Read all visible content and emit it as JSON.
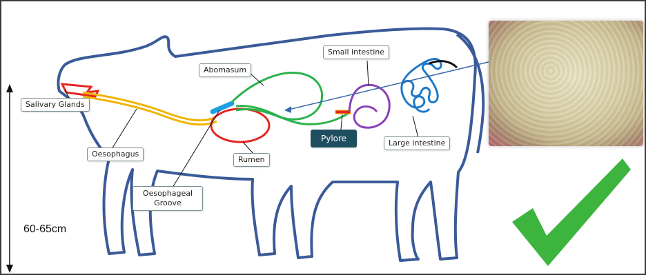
{
  "labels": {
    "salivary_glands": "Salivary Glands",
    "oesophagus": "Oesophagus",
    "oesophageal_groove": "Oesophageal Groove",
    "rumen": "Rumen",
    "abomasum": "Abomasum",
    "small_intestine": "Small intestine",
    "pylore": "Pylore",
    "large_intestine": "Large intestine"
  },
  "height_text": "60-65cm",
  "photo": {
    "description_icon": "curdled-milk-photo"
  },
  "check_icon": "green-checkmark-icon",
  "colors": {
    "outline": "#3a5a98",
    "oesophagus": "#f0b400",
    "salivary": "#e3261f",
    "rumen": "#e3261f",
    "abomasum": "#2bb24a",
    "groove": "#1e9fe0",
    "small_intestine": "#8a3fb5",
    "large_intestine": "#1e78c8",
    "pylore_fill": "#1f4e5f",
    "check": "#3db43d"
  }
}
